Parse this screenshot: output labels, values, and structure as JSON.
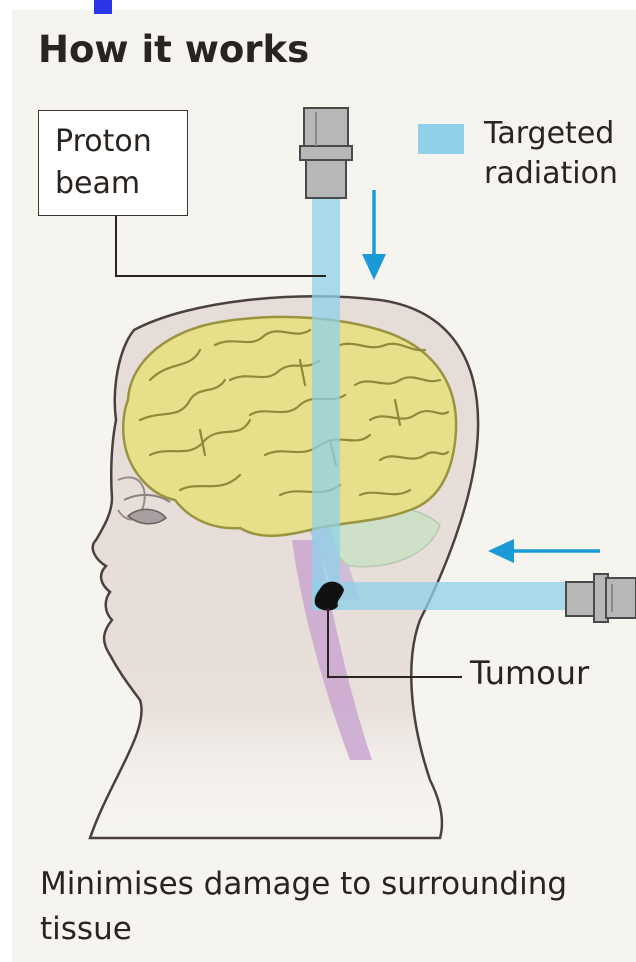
{
  "title": "How it works",
  "callout": {
    "label": "Proton beam"
  },
  "legend": {
    "label": "Targeted radiation",
    "color": "#8fd1e8"
  },
  "tumour_label": "Tumour",
  "caption": "Minimises damage to surrounding tissue",
  "colors": {
    "background": "#f6f4ef",
    "beam": "#8fd1e8",
    "arrow": "#1a9bd7",
    "brain": "#e6e08a",
    "skin": "#e8dcd8",
    "spine": "#c9a7d0",
    "tumour": "#111111",
    "text": "#2a2420"
  }
}
